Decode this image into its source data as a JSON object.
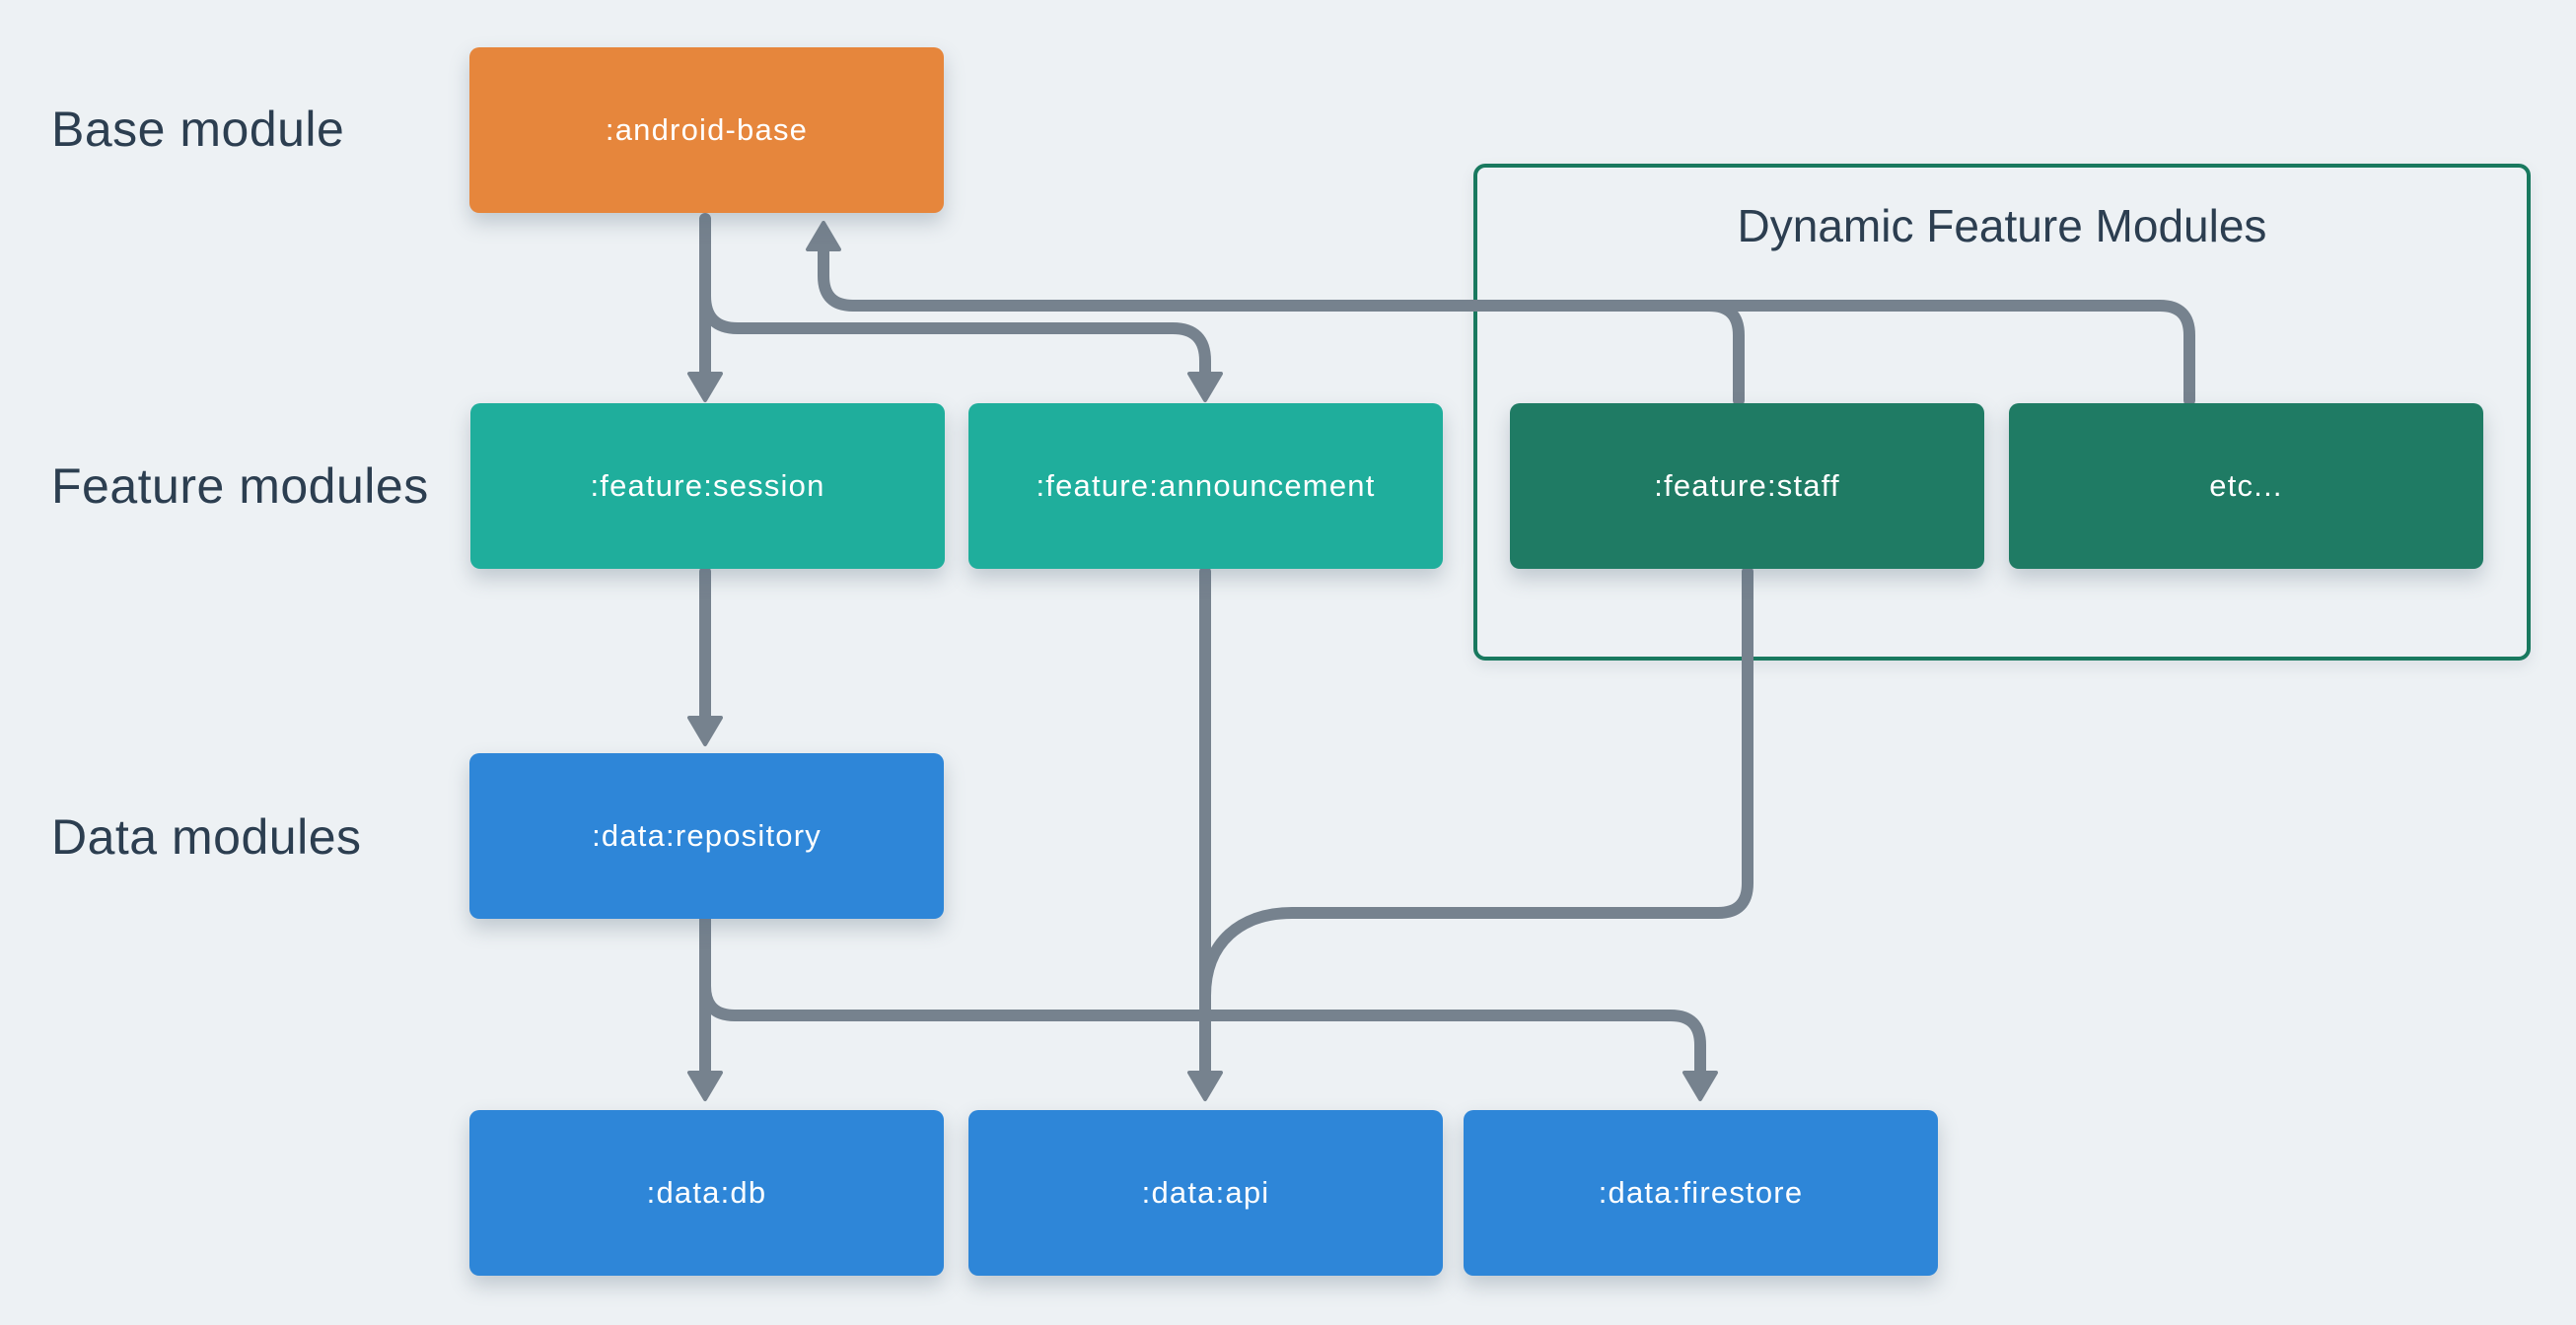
{
  "page": {
    "background_color": "#EDF1F4",
    "label_text_color": "#2C3E50",
    "arrow_color": "#76828E"
  },
  "row_labels": [
    {
      "text": "Base module"
    },
    {
      "text": "Feature modules"
    },
    {
      "text": "Data modules"
    }
  ],
  "dynamic_container": {
    "title": "Dynamic Feature Modules",
    "border_color": "#19795F"
  },
  "nodes": {
    "android_base": {
      "label": ":android-base",
      "type": "base",
      "color": "#E6863C"
    },
    "feature_session": {
      "label": ":feature:session",
      "type": "feature",
      "color": "#1FAE9C"
    },
    "feature_announcement": {
      "label": ":feature:announcement",
      "type": "feature",
      "color": "#1FAE9C"
    },
    "feature_staff": {
      "label": ":feature:staff",
      "type": "dynamic-feature",
      "color": "#1F7B64"
    },
    "etc": {
      "label": "etc...",
      "type": "dynamic-feature",
      "color": "#1F7B64"
    },
    "data_repository": {
      "label": ":data:repository",
      "type": "data",
      "color": "#2E86D8"
    },
    "data_db": {
      "label": ":data:db",
      "type": "data",
      "color": "#2E86D8"
    },
    "data_api": {
      "label": ":data:api",
      "type": "data",
      "color": "#2E86D8"
    },
    "data_firestore": {
      "label": ":data:firestore",
      "type": "data",
      "color": "#2E86D8"
    }
  },
  "edges": [
    {
      "from": ":android-base",
      "to": ":feature:session"
    },
    {
      "from": ":android-base",
      "to": ":feature:announcement"
    },
    {
      "from": ":feature:staff",
      "to": ":android-base"
    },
    {
      "from": "etc...",
      "to": ":android-base"
    },
    {
      "from": ":feature:session",
      "to": ":data:repository"
    },
    {
      "from": ":feature:announcement",
      "to": ":data:api"
    },
    {
      "from": ":feature:staff",
      "to": ":data:api"
    },
    {
      "from": ":data:repository",
      "to": ":data:db"
    },
    {
      "from": ":data:repository",
      "to": ":data:firestore"
    }
  ]
}
